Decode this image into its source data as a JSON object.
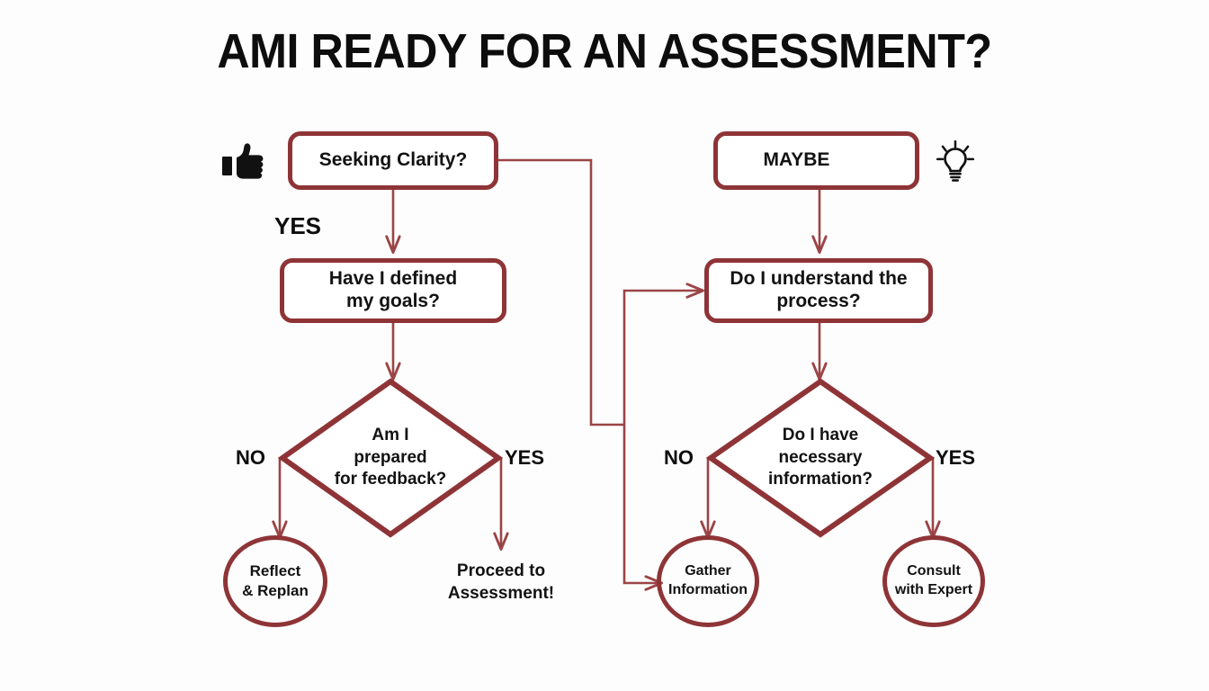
{
  "title": "AMI READY FOR AN ASSESSMENT?",
  "theme": {
    "background": "#fdfdfd",
    "shape_stroke": "#8e3437",
    "connector_stroke": "#9b4446",
    "text": "#121212",
    "title_text": "#0d0d0d",
    "icon_color": "#111111"
  },
  "icons": {
    "thumbs_up": "thumbs-up-icon",
    "lightbulb_inline": "lightbulb-icon",
    "lightbulb_outside": "lightbulb-icon"
  },
  "branches": {
    "yes_note": "YES",
    "maybe_label": "MAYBE"
  },
  "nodes": {
    "seeking_clarity": "Seeking Clarity?",
    "maybe": "MAYBE",
    "defined_goals_line1": "Have I defined",
    "defined_goals_line2": "my goals?",
    "understand_process_line1": "Do I understand the",
    "understand_process_line2": "process?",
    "prepared_feedback_line1": "Am I",
    "prepared_feedback_line2": "prepared",
    "prepared_feedback_line3": "for feedback?",
    "necessary_info_line1": "Do I have",
    "necessary_info_line2": "necessary",
    "necessary_info_line3": "information?",
    "reflect_replan_line1": "Reflect",
    "reflect_replan_line2": "& Replan",
    "proceed_line1": "Proceed to",
    "proceed_line2": "Assessment!",
    "gather_info_line1": "Gather",
    "gather_info_line2": "Information",
    "consult_expert_line1": "Consult",
    "consult_expert_line2": "with Expert"
  },
  "edge_labels": {
    "left_no": "NO",
    "left_yes": "YES",
    "right_no": "NO",
    "right_yes": "YES"
  },
  "flow": {
    "left_column": [
      "Seeking Clarity?",
      "Have I defined my goals?",
      "Am I prepared for feedback?",
      "NO -> Reflect & Replan",
      "YES -> Proceed to Assessment!"
    ],
    "right_column": [
      "MAYBE",
      "Do I understand the process?",
      "Do I have necessary information?",
      "NO -> Gather Information",
      "YES -> Consult with Expert"
    ],
    "cross_links": [
      "Seeking Clarity? -> Do I understand the process?",
      "Seeking Clarity? -> Gather Information"
    ]
  }
}
